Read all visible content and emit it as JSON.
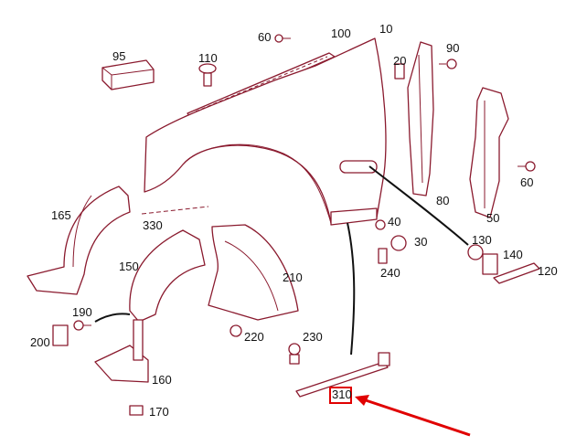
{
  "diagram": {
    "labels": {
      "p10": "10",
      "p20": "20",
      "p30": "30",
      "p40": "40",
      "p50": "50",
      "p60a": "60",
      "p60b": "60",
      "p80": "80",
      "p90": "90",
      "p95": "95",
      "p100": "100",
      "p110": "110",
      "p120": "120",
      "p130": "130",
      "p140": "140",
      "p150": "150",
      "p160": "160",
      "p165": "165",
      "p170": "170",
      "p190": "190",
      "p200": "200",
      "p210": "210",
      "p220": "220",
      "p230": "230",
      "p240": "240",
      "p310": "310",
      "p330": "330"
    },
    "highlight": {
      "label": "310",
      "color": "#e00000"
    },
    "colors": {
      "line_art": "#8a1a2e",
      "callout_text": "#111111",
      "pointer": "#e00000"
    }
  }
}
